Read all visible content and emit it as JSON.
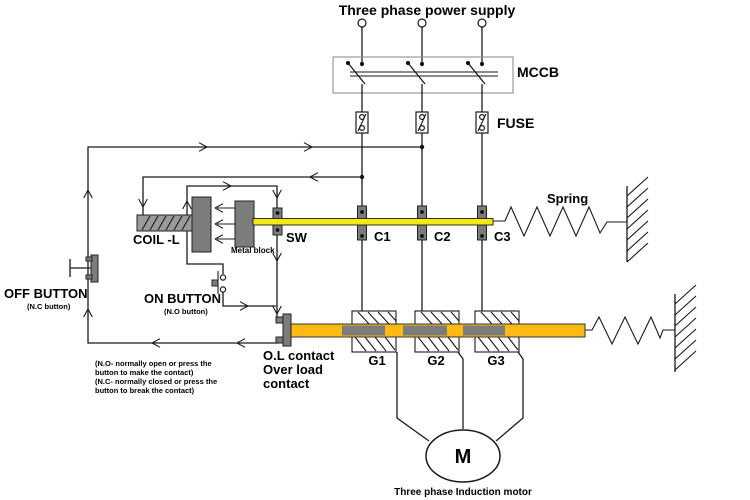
{
  "title": "Three phase power supply",
  "labels": {
    "mccb": "MCCB",
    "fuse": "FUSE",
    "spring": "Spring",
    "coil": "COIL -L",
    "metal_block": "Metal block",
    "sw": "SW",
    "c1": "C1",
    "c2": "C2",
    "c3": "C3",
    "off_button": "OFF BUTTON",
    "off_sub": "(N.C button)",
    "on_button": "ON BUTTON",
    "on_sub": "(N.O button)",
    "ol_line1": "O.L contact",
    "ol_line2": "Over load",
    "ol_line3": "contact",
    "g1": "G1",
    "g2": "G2",
    "g3": "G3",
    "motor": "M",
    "motor_caption": "Three phase Induction motor"
  },
  "notes": [
    "(N.O- normally open or press the",
    "button to make the contact)",
    "(N.C- normally closed or press the",
    "button to break the contact)"
  ],
  "colors": {
    "wire": "#1a1a1a",
    "block_gray": "#7c7c7c",
    "coil_gray": "#9a9a9a",
    "upper_bar": "#f3ea12",
    "lower_bar": "#fcba12",
    "mccb_border": "#8f8f8f"
  }
}
